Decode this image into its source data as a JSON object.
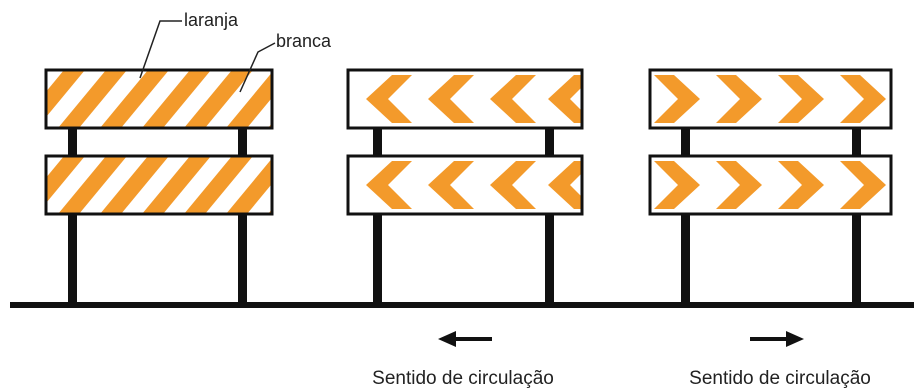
{
  "colors": {
    "orange": "#F39A2B",
    "white": "#FFFFFF",
    "outline": "#111111",
    "text": "#222222"
  },
  "labels": {
    "orange": "laranja",
    "white": "branca"
  },
  "barriers": [
    {
      "id": "barrier-diagonal",
      "pattern": "diagonal-stripes"
    },
    {
      "id": "barrier-left",
      "pattern": "chevrons-left"
    },
    {
      "id": "barrier-right",
      "pattern": "chevrons-right"
    }
  ],
  "directions": {
    "left": {
      "arrow": "arrow-left-icon",
      "caption": "Sentido de circulação"
    },
    "right": {
      "arrow": "arrow-right-icon",
      "caption": "Sentido de circulação"
    }
  }
}
